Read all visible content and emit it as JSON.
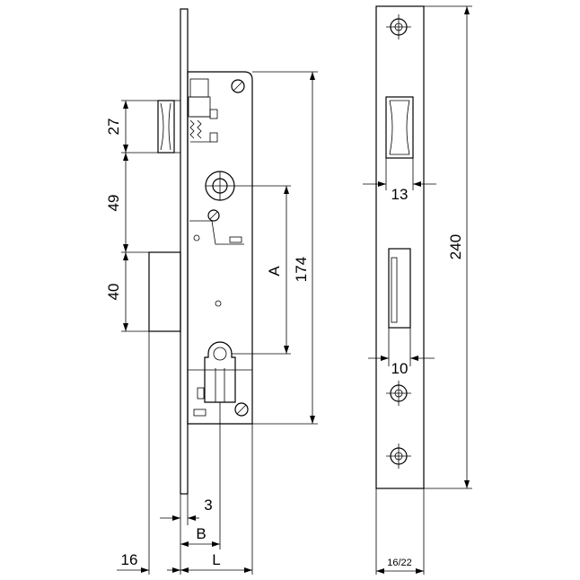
{
  "dimensions": {
    "d27": "27",
    "d49": "49",
    "d40": "40",
    "d174": "174",
    "dA": "A",
    "d3": "3",
    "dB": "B",
    "d16": "16",
    "dL": "L",
    "d13": "13",
    "d10": "10",
    "d240": "240",
    "d1622": "16/22"
  }
}
